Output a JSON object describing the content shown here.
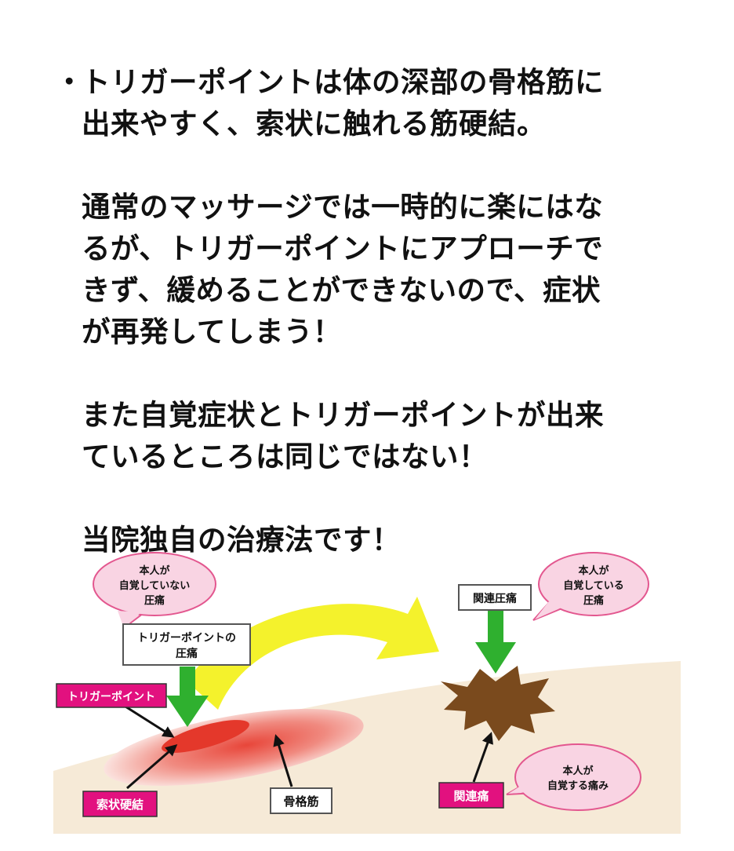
{
  "text": {
    "bullet": "・",
    "p1": [
      "トリガーポイントは体の深部の骨格筋に",
      "出来やすく、索状に触れる筋硬結。"
    ],
    "p2": [
      "通常のマッサージでは一時的に楽にはな",
      "るが、トリガーポイントにアプローチで",
      "きず、緩めることができないので、症状",
      "が再発してしまう！"
    ],
    "p3": [
      "また自覚症状とトリガーポイントが出来",
      "ているところは同じではない！"
    ],
    "p4": [
      "当院独自の治療法です！"
    ]
  },
  "diagram": {
    "bubble_left": [
      "本人が",
      "自覚していない",
      "圧痛"
    ],
    "bubble_right_top": [
      "本人が",
      "自覚している",
      "圧痛"
    ],
    "bubble_right_bottom": [
      "本人が",
      "自覚する痛み"
    ],
    "box_trigger_tenderness": [
      "トリガーポイントの",
      "圧痛"
    ],
    "box_referred_tenderness": "関連圧痛",
    "tag_trigger_point": "トリガーポイント",
    "tag_taut_band": "索状硬結",
    "box_skeletal_muscle": "骨格筋",
    "tag_referred_pain": "関連痛",
    "colors": {
      "skin": "#f6ead7",
      "muscle_light": "#f4b6ac",
      "muscle_dark": "#e4382b",
      "big_arrow": "#f4f22c",
      "green_arrow": "#2fb02f",
      "pain_burst": "#7a4a1d",
      "bubble_fill": "#f9d4e3",
      "bubble_stroke": "#e3578f",
      "tag_magenta": "#e2117f"
    }
  }
}
